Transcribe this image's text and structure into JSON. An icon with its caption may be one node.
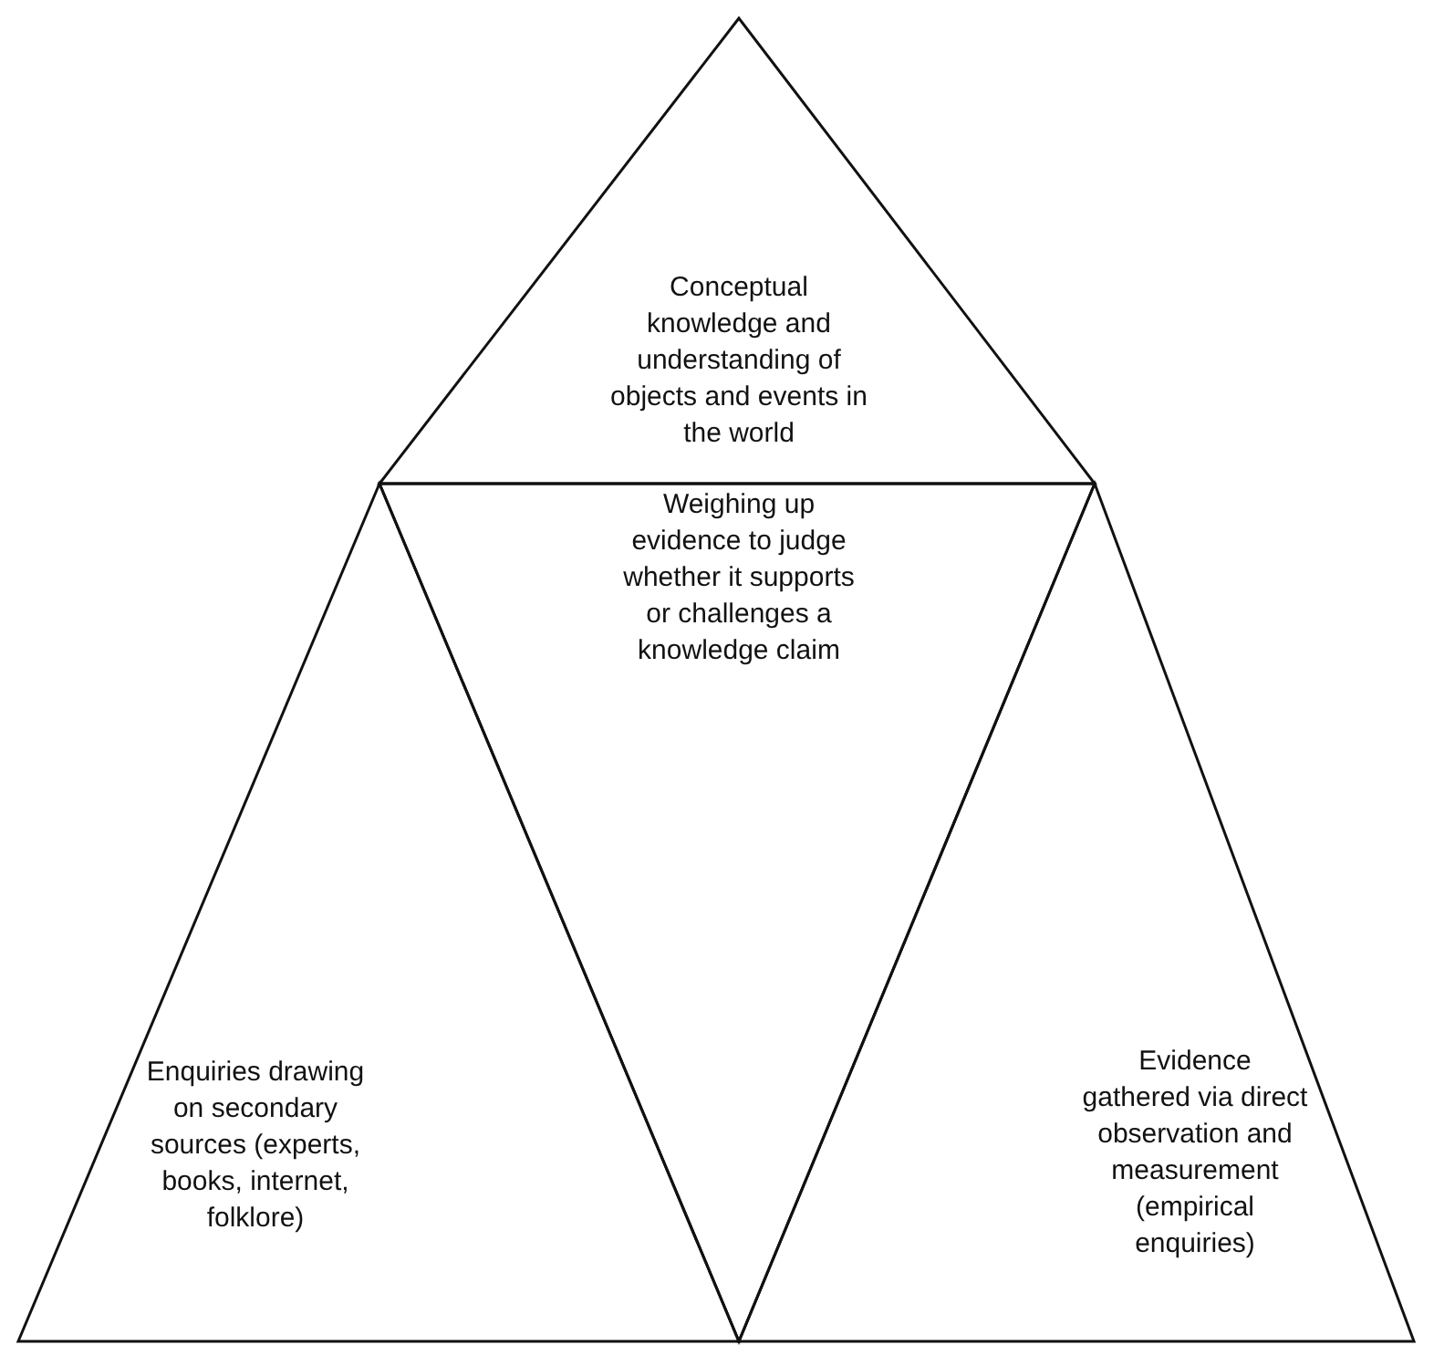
{
  "diagram": {
    "nodes": [
      {
        "text": [
          "Conceptual knowledge and understanding of objects and events in the world"
        ]
      },
      {
        "text": [
          "Enquiries drawing on secondary sources (experts, books, internet, folklore)"
        ]
      },
      {
        "text": [
          "Weighing up evidence to judge whether it supports or challenges a knowledge claim"
        ]
      },
      {
        "text": [
          "Evidence gathered via direct observation and measurement (empirical enquiries)"
        ]
      }
    ],
    "edges": []
  }
}
